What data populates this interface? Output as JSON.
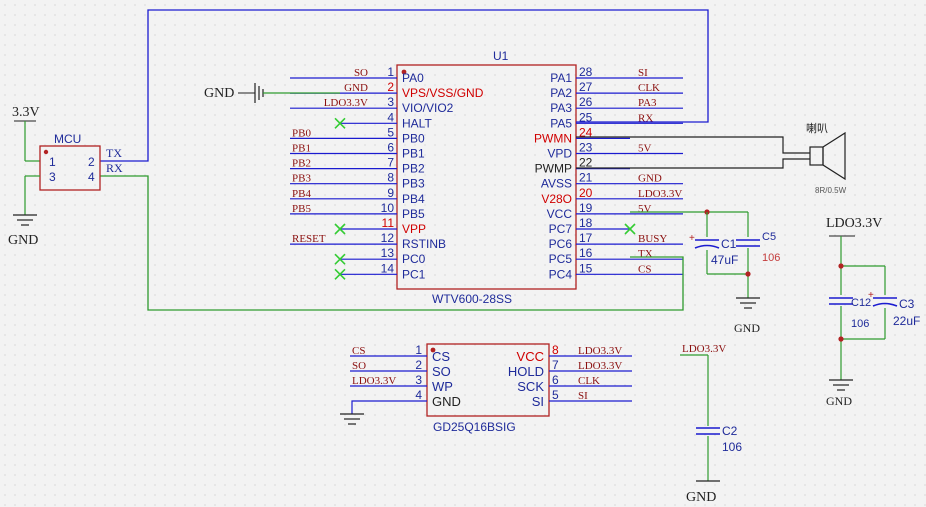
{
  "colors": {
    "wire_blue": "#1b1bd0",
    "wire_green": "#2e9a2e",
    "part_red": "#b22222",
    "pin_red": "#d00000",
    "text_blue": "#1f2b9a",
    "net_red": "#8b1010",
    "no_connect_green": "#33cc33",
    "dark": "#222222"
  },
  "u1": {
    "ref": "U1",
    "part": "WTV600-28SS",
    "left_pins": [
      {
        "num": "1",
        "name": "PA0",
        "net": "SO",
        "name_red": false,
        "num_red": false,
        "nc": false
      },
      {
        "num": "2",
        "name": "VPS/VSS/GND",
        "net": "GND",
        "name_red": true,
        "num_red": true,
        "nc": false
      },
      {
        "num": "3",
        "name": "VIO/VIO2",
        "net": "LDO3.3V",
        "name_red": false,
        "num_red": false,
        "nc": false
      },
      {
        "num": "4",
        "name": "HALT",
        "net": "",
        "name_red": false,
        "num_red": false,
        "nc": true
      },
      {
        "num": "5",
        "name": "PB0",
        "net": "PB0",
        "name_red": false,
        "num_red": false,
        "nc": false
      },
      {
        "num": "6",
        "name": "PB1",
        "net": "PB1",
        "name_red": false,
        "num_red": false,
        "nc": false
      },
      {
        "num": "7",
        "name": "PB2",
        "net": "PB2",
        "name_red": false,
        "num_red": false,
        "nc": false
      },
      {
        "num": "8",
        "name": "PB3",
        "net": "PB3",
        "name_red": false,
        "num_red": false,
        "nc": false
      },
      {
        "num": "9",
        "name": "PB4",
        "net": "PB4",
        "name_red": false,
        "num_red": false,
        "nc": false
      },
      {
        "num": "10",
        "name": "PB5",
        "net": "PB5",
        "name_red": false,
        "num_red": false,
        "nc": false
      },
      {
        "num": "11",
        "name": "VPP",
        "net": "",
        "name_red": true,
        "num_red": true,
        "nc": true
      },
      {
        "num": "12",
        "name": "RSTINB",
        "net": "RESET",
        "name_red": false,
        "num_red": false,
        "nc": false
      },
      {
        "num": "13",
        "name": "PC0",
        "net": "",
        "name_red": false,
        "num_red": false,
        "nc": true
      },
      {
        "num": "14",
        "name": "PC1",
        "net": "",
        "name_red": false,
        "num_red": false,
        "nc": true
      }
    ],
    "right_pins": [
      {
        "num": "28",
        "name": "PA1",
        "net": "SI",
        "name_red": false,
        "num_red": false,
        "nc": false
      },
      {
        "num": "27",
        "name": "PA2",
        "net": "CLK",
        "name_red": false,
        "num_red": false,
        "nc": false
      },
      {
        "num": "26",
        "name": "PA3",
        "net": "PA3",
        "name_red": false,
        "num_red": false,
        "nc": false
      },
      {
        "num": "25",
        "name": "PA5",
        "net": "RX",
        "name_red": false,
        "num_red": false,
        "nc": false
      },
      {
        "num": "24",
        "name": "PWMN",
        "net": "",
        "name_red": true,
        "num_red": true,
        "nc": false
      },
      {
        "num": "23",
        "name": "VPD",
        "net": "5V",
        "name_red": false,
        "num_red": false,
        "nc": false
      },
      {
        "num": "22",
        "name": "PWMP",
        "net": "",
        "name_red": false,
        "num_red": false,
        "nc": false,
        "dark": true
      },
      {
        "num": "21",
        "name": "AVSS",
        "net": "GND",
        "name_red": false,
        "num_red": false,
        "nc": false
      },
      {
        "num": "20",
        "name": "V28O",
        "net": "LDO3.3V",
        "name_red": true,
        "num_red": true,
        "nc": false
      },
      {
        "num": "19",
        "name": "VCC",
        "net": "5V",
        "name_red": false,
        "num_red": false,
        "nc": false
      },
      {
        "num": "18",
        "name": "PC7",
        "net": "",
        "name_red": false,
        "num_red": false,
        "nc": true
      },
      {
        "num": "17",
        "name": "PC6",
        "net": "BUSY",
        "name_red": false,
        "num_red": false,
        "nc": false
      },
      {
        "num": "16",
        "name": "PC5",
        "net": "TX",
        "name_red": false,
        "num_red": false,
        "nc": false
      },
      {
        "num": "15",
        "name": "PC4",
        "net": "CS",
        "name_red": false,
        "num_red": false,
        "nc": false
      }
    ]
  },
  "flash": {
    "part": "GD25Q16BSIG",
    "left_pins": [
      {
        "num": "1",
        "name": "CS",
        "net": "CS"
      },
      {
        "num": "2",
        "name": "SO",
        "net": "SO"
      },
      {
        "num": "3",
        "name": "WP",
        "net": "LDO3.3V"
      },
      {
        "num": "4",
        "name": "GND",
        "net": "",
        "dark": true
      }
    ],
    "right_pins": [
      {
        "num": "8",
        "name": "VCC",
        "net": "LDO3.3V",
        "red": true
      },
      {
        "num": "7",
        "name": "HOLD",
        "net": "LDO3.3V"
      },
      {
        "num": "6",
        "name": "SCK",
        "net": "CLK"
      },
      {
        "num": "5",
        "name": "SI",
        "net": "SI"
      }
    ]
  },
  "mcu": {
    "ref": "MCU",
    "pins": [
      "1",
      "2",
      "3",
      "4"
    ],
    "tx_label": "TX",
    "rx_label": "RX",
    "supply_label": "3.3V",
    "gnd_label": "GND"
  },
  "speaker": {
    "label": "喇叭",
    "value": "8R/0.5W"
  },
  "caps": {
    "c1": {
      "ref": "C1",
      "value": "47uF"
    },
    "c5": {
      "ref": "C5",
      "value": "106"
    },
    "c2": {
      "ref": "C2",
      "value": "106",
      "supply": "LDO3.3V"
    },
    "c12": {
      "ref": "C12",
      "value": "106"
    },
    "c3": {
      "ref": "C3",
      "value": "22uF"
    },
    "ldo_top_label": "LDO3.3V"
  },
  "gnd_labels": {
    "u1_gnd": "GND",
    "c1_gnd": "GND",
    "c2_gnd": "GND",
    "c3_gnd": "GND"
  }
}
